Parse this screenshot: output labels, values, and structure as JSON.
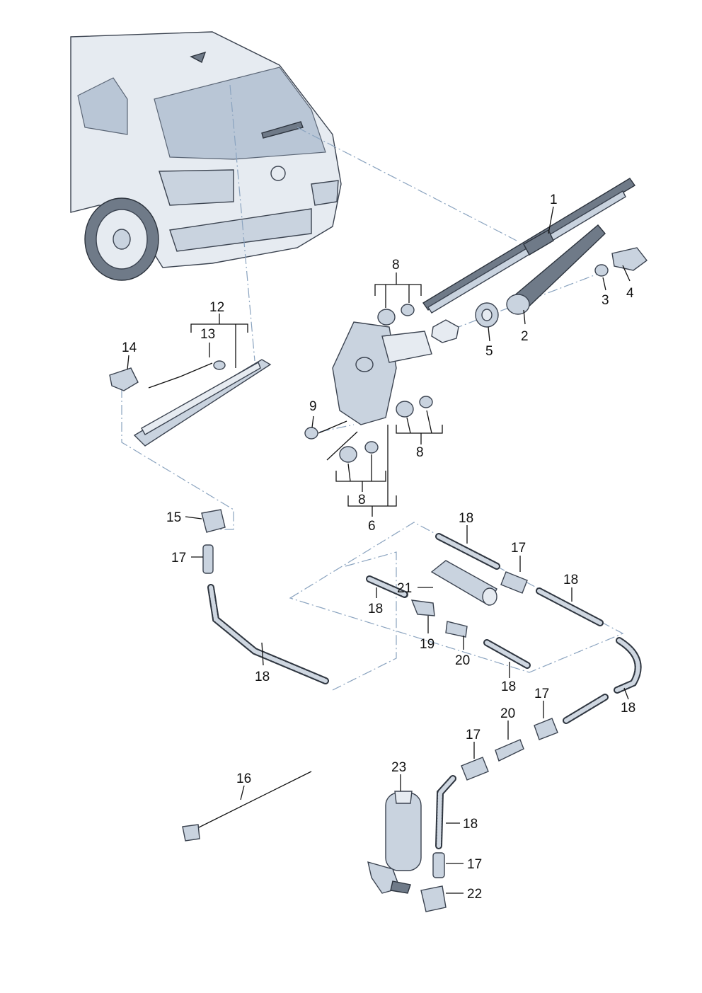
{
  "callouts": {
    "c1": "1",
    "c2": "2",
    "c3": "3",
    "c4": "4",
    "c5": "5",
    "c6": "6",
    "c8a": "8",
    "c8b": "8",
    "c8c": "8",
    "c9": "9",
    "c12": "12",
    "c13": "13",
    "c14": "14",
    "c15": "15",
    "c16": "16",
    "c17a": "17",
    "c17b": "17",
    "c17c": "17",
    "c17d": "17",
    "c17e": "17",
    "c18a": "18",
    "c18b": "18",
    "c18c": "18",
    "c18d": "18",
    "c18e": "18",
    "c18f": "18",
    "c18g": "18",
    "c19": "19",
    "c20a": "20",
    "c20b": "20",
    "c21": "21",
    "c22": "22",
    "c23": "23"
  },
  "colors": {
    "line": "#111111",
    "dash": "#8aa3bf",
    "part": "#c9d3df"
  }
}
